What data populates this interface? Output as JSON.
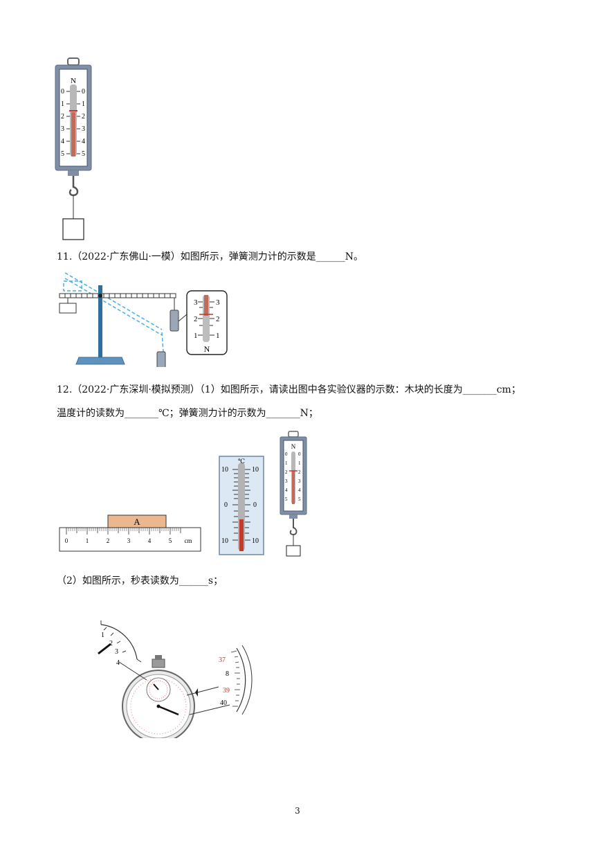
{
  "q11": {
    "text": "11.（2022·广东佛山·一模）如图所示，弹簧测力计的示数是______N。"
  },
  "q12": {
    "line1": "12.（2022·广东深圳·模拟预测）（1）如图所示，请读出图中各实验仪器的示数：木块的长度为_______cm；",
    "line2": "温度计的读数为_______℃；弹簧测力计的示数为_______N；",
    "part2": "（2）如图所示，秒表读数为______s；"
  },
  "scale_top": {
    "unit": "N",
    "ticks": [
      "0",
      "1",
      "2",
      "3",
      "4",
      "5"
    ]
  },
  "lever_scale": {
    "unit": "N",
    "ticks": [
      "3",
      "2",
      "1"
    ]
  },
  "ruler": {
    "block_label": "A",
    "ticks": [
      "0",
      "1",
      "2",
      "3",
      "4",
      "5"
    ],
    "unit": "cm"
  },
  "thermometer": {
    "unit": "℃",
    "ticks": [
      "10",
      "0",
      "10"
    ]
  },
  "scale_small": {
    "unit": "N",
    "ticks": [
      "0",
      "1",
      "2",
      "3",
      "4",
      "5"
    ]
  },
  "stopwatch": {
    "min_ticks": [
      "1",
      "2",
      "3",
      "4"
    ],
    "sec_ticks": [
      "37",
      "8",
      "39",
      "40"
    ]
  },
  "page_number": "3",
  "colors": {
    "accent_red": "#c0392b",
    "frame_blue": "#6d87a8",
    "dashed_blue": "#4aaee0"
  }
}
